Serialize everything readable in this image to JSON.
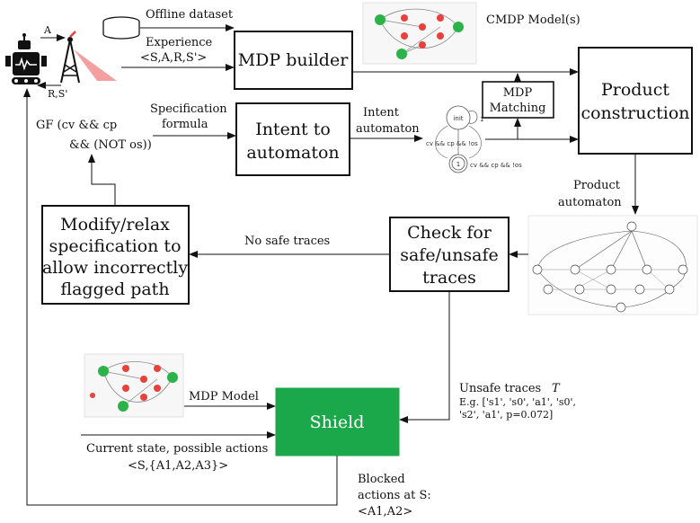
{
  "boxes": {
    "mdp_builder": "MDP builder",
    "intent_line1": "Intent to",
    "intent_line2": "automaton",
    "mdp_matching_line1": "MDP",
    "mdp_matching_line2": "Matching",
    "product_line1": "Product",
    "product_line2": "construction",
    "check_line1": "Check for",
    "check_line2": "safe/unsafe",
    "check_line3": "traces",
    "modify_line1": "Modify/relax",
    "modify_line2": "specification to",
    "modify_line3": "allow incorrectly",
    "modify_line4": "flagged path",
    "shield": "Shield"
  },
  "labels": {
    "offline_dataset": "Offline dataset",
    "experience": "Experience",
    "experience_tuple": "<S,A,R,S'>",
    "action_a": "A",
    "reward_rs": "R,S'",
    "cmdp_models": "CMDP Model(s)",
    "specification_line1": "Specification",
    "specification_line2": "formula",
    "gf_line1": "GF (cv && cp",
    "gf_line2": "&& (NOT os))",
    "intent_automaton_line1": "Intent",
    "intent_automaton_line2": "automaton",
    "product_automaton_line1": "Product",
    "product_automaton_line2": "automaton",
    "no_safe_traces": "No safe traces",
    "unsafe_traces": "Unsafe traces",
    "unsafe_traces_symbol": "T",
    "example_line1": "E.g. ['s1', 's0', 'a1', 's0',",
    "example_line2": "'s2', 'a1', p=0.072]",
    "mdp_model": "MDP Model",
    "current_state_line1": "Current state, possible actions",
    "current_state_line2": "<S,{A1,A2,A3}>",
    "blocked_line1": "Blocked",
    "blocked_line2": "actions at S:",
    "blocked_line3": "<A1,A2>"
  },
  "automaton": {
    "init": "init",
    "accept": "1",
    "edge_main": "cv && cp && !os",
    "edge_self": "cv && cp && !os",
    "edge_loop": "1"
  },
  "colors": {
    "shield_fill": "#1aa84a",
    "antenna_signal": "#f4a0a0",
    "node_green": "#2bb34a",
    "node_red": "#e8403a"
  },
  "icons": [
    "robot-icon",
    "antenna-tower-icon",
    "database-icon"
  ]
}
